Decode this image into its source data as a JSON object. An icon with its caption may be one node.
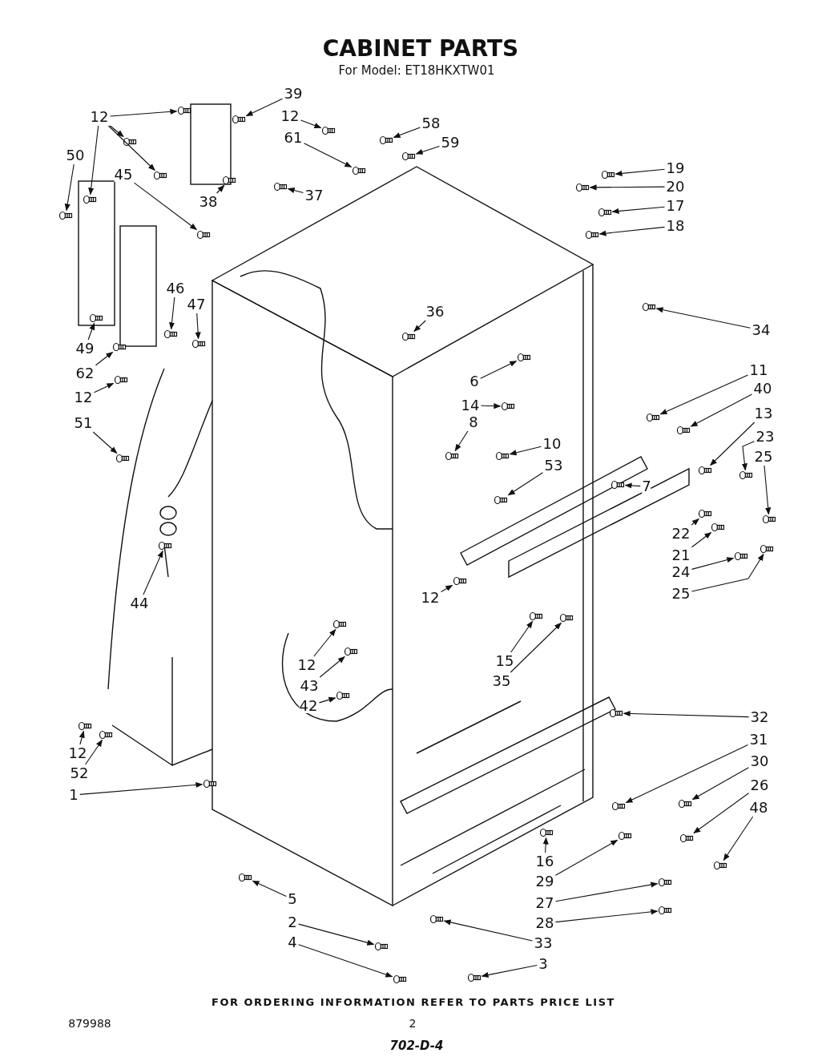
{
  "diagram": {
    "title": "CABINET PARTS",
    "nodes": [
      {
        "text": [
          "12"
        ]
      },
      {
        "text": [
          "39"
        ]
      },
      {
        "text": [
          "12"
        ]
      },
      {
        "text": [
          "58"
        ]
      },
      {
        "text": [
          "61"
        ]
      },
      {
        "text": [
          "59"
        ]
      },
      {
        "text": [
          "50"
        ]
      },
      {
        "text": [
          "19"
        ]
      },
      {
        "text": [
          "45"
        ]
      },
      {
        "text": [
          "20"
        ]
      },
      {
        "text": [
          "38"
        ]
      },
      {
        "text": [
          "37"
        ]
      },
      {
        "text": [
          "17"
        ]
      },
      {
        "text": [
          "18"
        ]
      },
      {
        "text": [
          "46"
        ]
      },
      {
        "text": [
          "47"
        ]
      },
      {
        "text": [
          "36"
        ]
      },
      {
        "text": [
          "34"
        ]
      },
      {
        "text": [
          "49"
        ]
      },
      {
        "text": [
          "6"
        ]
      },
      {
        "text": [
          "11"
        ]
      },
      {
        "text": [
          "62"
        ]
      },
      {
        "text": [
          "12"
        ]
      },
      {
        "text": [
          "40"
        ]
      },
      {
        "text": [
          "14"
        ]
      },
      {
        "text": [
          "13"
        ]
      },
      {
        "text": [
          "51"
        ]
      },
      {
        "text": [
          "8"
        ]
      },
      {
        "text": [
          "23"
        ]
      },
      {
        "text": [
          "10"
        ]
      },
      {
        "text": [
          "25"
        ]
      },
      {
        "text": [
          "53"
        ]
      },
      {
        "text": [
          "7"
        ]
      },
      {
        "text": [
          "22"
        ]
      },
      {
        "text": [
          "21"
        ]
      },
      {
        "text": [
          "24"
        ]
      },
      {
        "text": [
          "12"
        ]
      },
      {
        "text": [
          "25"
        ]
      },
      {
        "text": [
          "44"
        ]
      },
      {
        "text": [
          "15"
        ]
      },
      {
        "text": [
          "12"
        ]
      },
      {
        "text": [
          "35"
        ]
      },
      {
        "text": [
          "43"
        ]
      },
      {
        "text": [
          "42"
        ]
      },
      {
        "text": [
          "32"
        ]
      },
      {
        "text": [
          "31"
        ]
      },
      {
        "text": [
          "12"
        ]
      },
      {
        "text": [
          "30"
        ]
      },
      {
        "text": [
          "52"
        ]
      },
      {
        "text": [
          "26"
        ]
      },
      {
        "text": [
          "1"
        ]
      },
      {
        "text": [
          "48"
        ]
      },
      {
        "text": [
          "16"
        ]
      },
      {
        "text": [
          "29"
        ]
      },
      {
        "text": [
          "5"
        ]
      },
      {
        "text": [
          "27"
        ]
      },
      {
        "text": [
          "2"
        ]
      },
      {
        "text": [
          "28"
        ]
      },
      {
        "text": [
          "4"
        ]
      },
      {
        "text": [
          "33"
        ]
      },
      {
        "text": [
          "3"
        ]
      },
      {
        "text": [],
        "shape": "picture"
      },
      {
        "text": [],
        "shape": "picture"
      },
      {
        "text": [],
        "shape": "picture"
      },
      {
        "text": [],
        "shape": "picture"
      },
      {
        "text": [],
        "shape": "picture"
      },
      {
        "text": [],
        "shape": "picture"
      },
      {
        "text": [],
        "shape": "picture"
      },
      {
        "text": [],
        "shape": "picture"
      },
      {
        "text": [],
        "shape": "picture"
      },
      {
        "text": [],
        "shape": "picture"
      },
      {
        "text": [],
        "shape": "picture"
      },
      {
        "text": [],
        "shape": "picture"
      },
      {
        "text": [],
        "shape": "picture"
      },
      {
        "text": [],
        "shape": "picture"
      },
      {
        "text": [],
        "shape": "picture"
      },
      {
        "text": [],
        "shape": "picture"
      },
      {
        "text": [],
        "shape": "picture"
      },
      {
        "text": [],
        "shape": "picture"
      },
      {
        "text": [],
        "shape": "picture"
      },
      {
        "text": [],
        "shape": "picture"
      },
      {
        "text": [],
        "shape": "picture"
      },
      {
        "text": [],
        "shape": "picture"
      },
      {
        "text": [],
        "shape": "picture"
      },
      {
        "text": [],
        "shape": "picture"
      },
      {
        "text": [],
        "shape": "picture"
      },
      {
        "text": [],
        "shape": "picture"
      },
      {
        "text": [],
        "shape": "picture"
      },
      {
        "text": [],
        "shape": "picture"
      },
      {
        "text": [],
        "shape": "picture"
      },
      {
        "text": [],
        "shape": "picture"
      },
      {
        "text": [],
        "shape": "picture"
      },
      {
        "text": [],
        "shape": "picture"
      },
      {
        "text": [],
        "shape": "picture"
      },
      {
        "text": [],
        "shape": "picture"
      },
      {
        "text": [],
        "shape": "picture"
      },
      {
        "text": [],
        "shape": "picture"
      },
      {
        "text": [],
        "shape": "picture"
      },
      {
        "text": [],
        "shape": "picture"
      },
      {
        "text": [],
        "shape": "picture"
      },
      {
        "text": [],
        "shape": "picture"
      },
      {
        "text": [],
        "shape": "picture"
      },
      {
        "text": [],
        "shape": "picture"
      },
      {
        "text": [],
        "shape": "picture"
      },
      {
        "text": [],
        "shape": "picture"
      },
      {
        "text": [],
        "shape": "picture"
      },
      {
        "text": [],
        "shape": "picture"
      },
      {
        "text": [],
        "shape": "picture"
      },
      {
        "text": [],
        "shape": "picture"
      },
      {
        "text": [],
        "shape": "picture"
      },
      {
        "text": [],
        "shape": "picture"
      },
      {
        "text": [],
        "shape": "picture"
      },
      {
        "text": [],
        "shape": "picture"
      },
      {
        "text": [],
        "shape": "picture"
      },
      {
        "text": [],
        "shape": "picture"
      },
      {
        "text": [],
        "shape": "picture"
      },
      {
        "text": [],
        "shape": "picture"
      },
      {
        "text": [],
        "shape": "picture"
      },
      {
        "text": [],
        "shape": "picture"
      },
      {
        "text": [],
        "shape": "picture"
      },
      {
        "text": [],
        "shape": "picture"
      },
      {
        "text": [],
        "shape": "picture"
      },
      {
        "text": [],
        "shape": "picture"
      },
      {
        "text": [],
        "shape": "picture"
      },
      {
        "text": [],
        "shape": "picture"
      }
    ],
    "edges": [
      {
        "from": 0,
        "to": 61,
        "arrow": "to"
      },
      {
        "from": 0,
        "to": 62,
        "arrow": "to"
      },
      {
        "from": 0,
        "to": 63,
        "arrow": "to"
      },
      {
        "from": 0,
        "to": 64,
        "arrow": "to"
      },
      {
        "from": 1,
        "to": 65,
        "arrow": "to"
      },
      {
        "from": 2,
        "to": 66,
        "arrow": "to"
      },
      {
        "from": 3,
        "to": 67,
        "arrow": "to"
      },
      {
        "from": 4,
        "to": 68,
        "arrow": "to"
      },
      {
        "from": 5,
        "to": 69,
        "arrow": "to"
      },
      {
        "from": 6,
        "to": 70,
        "arrow": "to"
      },
      {
        "from": 7,
        "to": 71,
        "arrow": "to"
      },
      {
        "from": 8,
        "to": 72,
        "arrow": "to"
      },
      {
        "from": 9,
        "to": 73,
        "arrow": "to"
      },
      {
        "from": 10,
        "to": 74,
        "arrow": "to"
      },
      {
        "from": 11,
        "to": 75,
        "arrow": "to"
      },
      {
        "from": 12,
        "to": 76,
        "arrow": "to"
      },
      {
        "from": 13,
        "to": 77,
        "arrow": "to"
      },
      {
        "from": 14,
        "to": 78,
        "arrow": "to"
      },
      {
        "from": 15,
        "to": 79,
        "arrow": "to"
      },
      {
        "from": 16,
        "to": 80,
        "arrow": "to"
      },
      {
        "from": 17,
        "to": 81,
        "arrow": "to"
      },
      {
        "from": 18,
        "to": 82,
        "arrow": "to"
      },
      {
        "from": 19,
        "to": 83,
        "arrow": "to"
      },
      {
        "from": 20,
        "to": 84,
        "arrow": "to"
      },
      {
        "from": 21,
        "to": 85,
        "arrow": "to"
      },
      {
        "from": 22,
        "to": 86,
        "arrow": "to"
      },
      {
        "from": 23,
        "to": 87,
        "arrow": "to"
      },
      {
        "from": 24,
        "to": 88,
        "arrow": "to"
      },
      {
        "from": 25,
        "to": 89,
        "arrow": "to"
      },
      {
        "from": 26,
        "to": 90,
        "arrow": "to"
      },
      {
        "from": 27,
        "to": 91,
        "arrow": "to"
      },
      {
        "from": 28,
        "to": 92,
        "arrow": "to"
      },
      {
        "from": 29,
        "to": 93,
        "arrow": "to"
      },
      {
        "from": 30,
        "to": 94,
        "arrow": "to"
      },
      {
        "from": 31,
        "to": 95,
        "arrow": "to"
      },
      {
        "from": 32,
        "to": 96,
        "arrow": "to"
      },
      {
        "from": 33,
        "to": 97,
        "arrow": "to"
      },
      {
        "from": 34,
        "to": 98,
        "arrow": "to"
      },
      {
        "from": 35,
        "to": 99,
        "arrow": "to"
      },
      {
        "from": 36,
        "to": 100,
        "arrow": "to"
      },
      {
        "from": 37,
        "to": 101,
        "arrow": "to"
      },
      {
        "from": 38,
        "to": 102,
        "arrow": "to"
      },
      {
        "from": 39,
        "to": 103,
        "arrow": "to"
      },
      {
        "from": 40,
        "to": 104,
        "arrow": "to"
      },
      {
        "from": 41,
        "to": 105,
        "arrow": "to"
      },
      {
        "from": 42,
        "to": 106,
        "arrow": "to"
      },
      {
        "from": 43,
        "to": 107,
        "arrow": "to"
      },
      {
        "from": 44,
        "to": 108,
        "arrow": "to"
      },
      {
        "from": 45,
        "to": 109,
        "arrow": "to"
      },
      {
        "from": 46,
        "to": 110,
        "arrow": "to"
      },
      {
        "from": 47,
        "to": 111,
        "arrow": "to"
      },
      {
        "from": 48,
        "to": 112,
        "arrow": "to"
      },
      {
        "from": 49,
        "to": 113,
        "arrow": "to"
      },
      {
        "from": 50,
        "to": 114,
        "arrow": "to"
      },
      {
        "from": 51,
        "to": 115,
        "arrow": "to"
      },
      {
        "from": 52,
        "to": 116,
        "arrow": "to"
      },
      {
        "from": 53,
        "to": 117,
        "arrow": "to"
      },
      {
        "from": 54,
        "to": 118,
        "arrow": "to"
      },
      {
        "from": 55,
        "to": 119,
        "arrow": "to"
      },
      {
        "from": 56,
        "to": 120,
        "arrow": "to"
      },
      {
        "from": 57,
        "to": 121,
        "arrow": "to"
      },
      {
        "from": 58,
        "to": 122,
        "arrow": "to"
      },
      {
        "from": 59,
        "to": 123,
        "arrow": "to"
      },
      {
        "from": 60,
        "to": 124,
        "arrow": "to"
      }
    ],
    "labels": [
      "For Model: ET18HKXTW01",
      "FOR ORDERING INFORMATION REFER TO PARTS PRICE LIST",
      "879988",
      "2",
      "702-D-4"
    ]
  }
}
